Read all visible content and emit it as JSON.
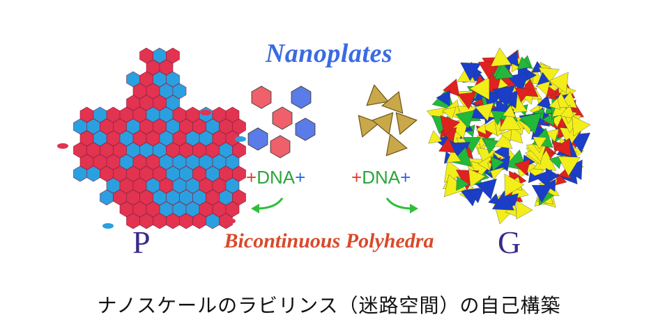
{
  "header": {
    "title": "Nanoplates"
  },
  "middle": {
    "title": "Bicontinuous Polyhedra"
  },
  "structures": {
    "left_label": "P",
    "right_label": "G"
  },
  "dna_left": {
    "plus_left": "+",
    "word": "DNA",
    "plus_right": "+"
  },
  "dna_right": {
    "plus_left": "+",
    "word": "DNA",
    "plus_right": "+"
  },
  "caption": "ナノスケールのラビリンス（迷路空間）の自己構築",
  "colors": {
    "hex_red": "#f0606a",
    "hex_blue": "#5a7be8",
    "tri_gold": "#c9a84a",
    "p_red": "#e23350",
    "p_blue": "#2aa0e0",
    "g_yellow": "#f2ee1a",
    "g_green": "#22b83a",
    "g_blue": "#1a3ec8",
    "g_red": "#e0221e",
    "arrow_green": "#2fbf3a"
  }
}
